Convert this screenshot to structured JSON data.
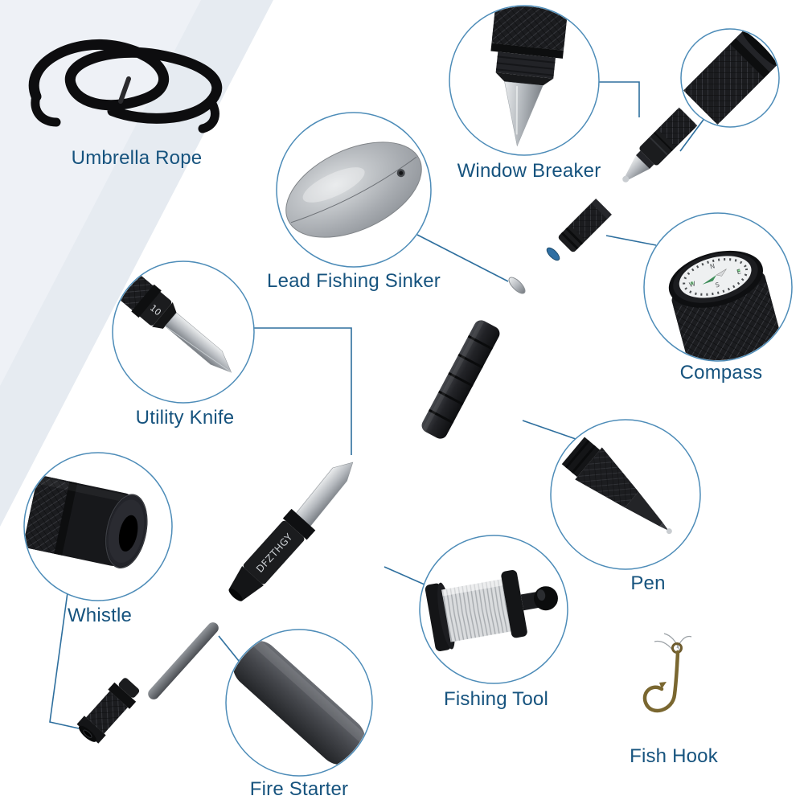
{
  "items": [
    {
      "name": "umbrella-rope",
      "label": "Umbrella Rope"
    },
    {
      "name": "lead-fishing-sinker",
      "label": "Lead Fishing Sinker"
    },
    {
      "name": "window-breaker",
      "label": "Window Breaker"
    },
    {
      "name": "compass",
      "label": "Compass"
    },
    {
      "name": "utility-knife",
      "label": "Utility Knife"
    },
    {
      "name": "pen",
      "label": "Pen"
    },
    {
      "name": "whistle",
      "label": "Whistle"
    },
    {
      "name": "fishing-tool",
      "label": "Fishing Tool"
    },
    {
      "name": "fire-starter",
      "label": "Fire Starter"
    },
    {
      "name": "fish-hook",
      "label": "Fish Hook"
    }
  ],
  "assembly": {
    "barrel_text": "DFZTHGY",
    "knife_text": "10"
  },
  "compass_face": [
    "N",
    "E",
    "S",
    "W"
  ],
  "colors": {
    "label_text": "#16537e",
    "callout_stroke": "#4d8cb8",
    "leader_line": "#2e6f9e",
    "background": "#ffffff",
    "background_wedge": "#e6ebf1",
    "metal_dark": "#1b1c1e",
    "metal_silver": "#b6babf",
    "lead_gray": "#a7abb0",
    "hook_bronze": "#7a6730",
    "oring_blue": "#2f6fa3"
  }
}
